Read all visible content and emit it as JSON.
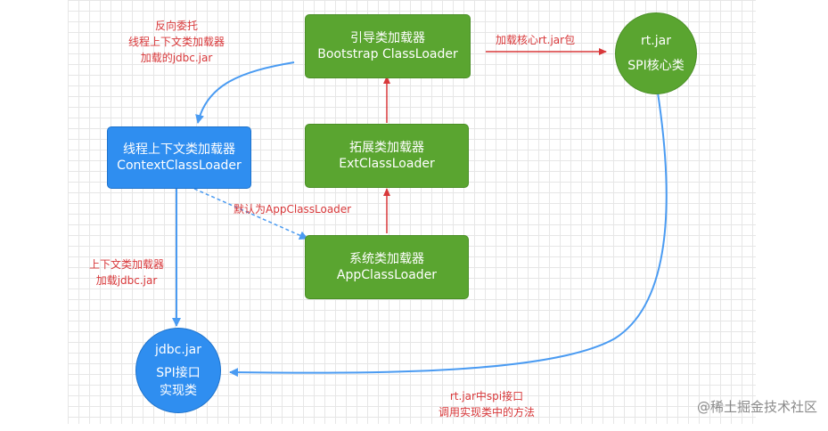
{
  "nodes": {
    "bootstrap": {
      "line1": "引导类加载器",
      "line2": "Bootstrap ClassLoader"
    },
    "ext": {
      "line1": "拓展类加载器",
      "line2": "ExtClassLoader"
    },
    "app": {
      "line1": "系统类加载器",
      "line2": "AppClassLoader"
    },
    "context": {
      "line1": "线程上下文类加载器",
      "line2": "ContextClassLoader"
    },
    "rtjar": {
      "line1": "rt.jar",
      "line2": "SPI核心类"
    },
    "jdbcjar": {
      "line1": "jdbc.jar",
      "line2": "SPI接口",
      "line3": "实现类"
    }
  },
  "labels": {
    "reverse_delegate": {
      "line1": "反向委托",
      "line2": "线程上下文类加载器",
      "line3": "加载的jdbc.jar"
    },
    "load_rt": "加载核心rt.jar包",
    "default_app": "默认为AppClassLoader",
    "context_load": {
      "line1": "上下文类加载器",
      "line2": "加载jdbc.jar"
    },
    "rt_call": {
      "line1": "rt.jar中spi接口",
      "line2": "调用实现类中的方法"
    }
  },
  "watermark": "@稀土掘金技术社区",
  "colors": {
    "green_node": "#5aa530",
    "blue_node": "#2f8ef0",
    "red_arrow": "#d8383a",
    "blue_arrow": "#4a9bf2",
    "label_text": "#d8383a"
  }
}
